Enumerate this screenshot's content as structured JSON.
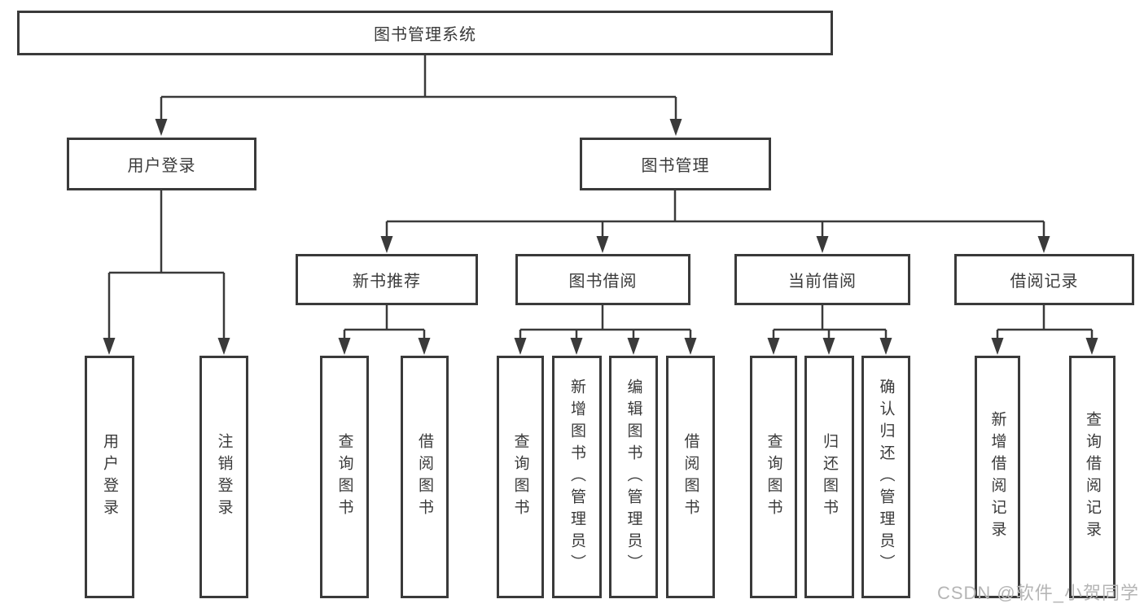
{
  "diagram": {
    "root": {
      "label": "图书管理系统"
    },
    "children": [
      {
        "label": "用户登录",
        "children": [
          {
            "label": "用户登录"
          },
          {
            "label": "注销登录"
          }
        ]
      },
      {
        "label": "图书管理",
        "children": [
          {
            "label": "新书推荐",
            "children": [
              {
                "label": "查询图书"
              },
              {
                "label": "借阅图书"
              }
            ]
          },
          {
            "label": "图书借阅",
            "children": [
              {
                "label": "查询图书"
              },
              {
                "label": "新增图书（管理员）"
              },
              {
                "label": "编辑图书（管理员）"
              },
              {
                "label": "借阅图书"
              }
            ]
          },
          {
            "label": "当前借阅",
            "children": [
              {
                "label": "查询图书"
              },
              {
                "label": "归还图书"
              },
              {
                "label": "确认归还（管理员）"
              }
            ]
          },
          {
            "label": "借阅记录",
            "children": [
              {
                "label": "新增借阅记录"
              },
              {
                "label": "查询借阅记录"
              }
            ]
          }
        ]
      }
    ]
  },
  "watermark": {
    "text": "CSDN @软件_小贺同学",
    "color": "#b5b5b5"
  },
  "colors": {
    "line": "#3a3a3a",
    "text": "#3a3a3a",
    "background": "#ffffff"
  }
}
